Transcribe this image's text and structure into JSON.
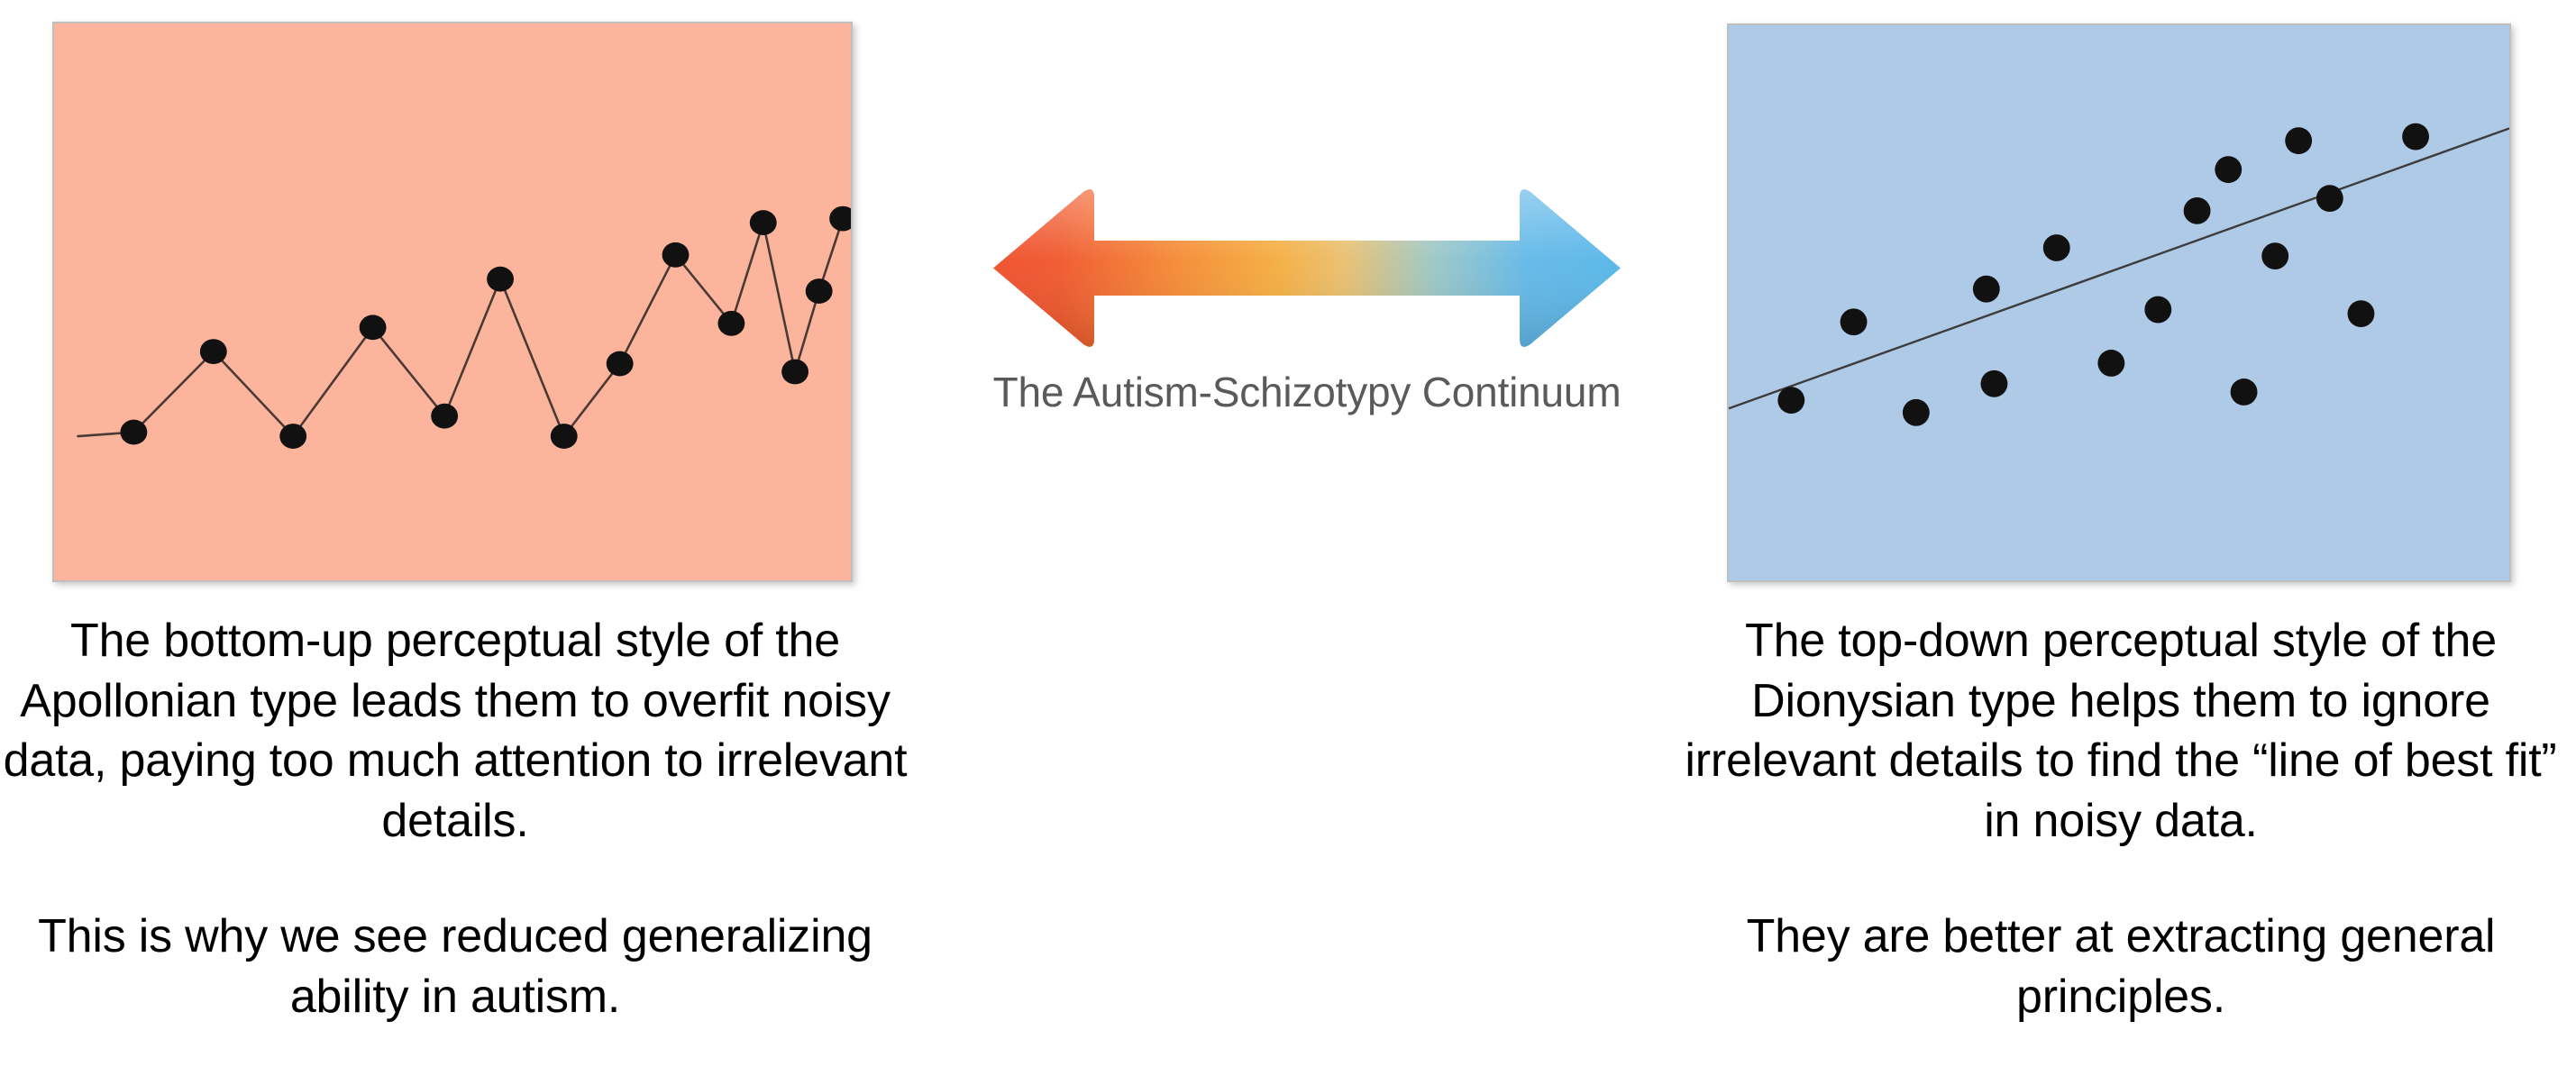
{
  "center": {
    "label": "The Autism-Schizotypy Continuum",
    "label_color": "#5a5a5a",
    "arrow": {
      "name": "double-headed-gradient-arrow",
      "left_color": "#ef4e2b",
      "mid_color": "#f5a83c",
      "right_color": "#56b6e8"
    }
  },
  "left": {
    "panel_color": "#fcb49c",
    "marker_color": "#111111",
    "line_color": "#4a3a36",
    "caption_paragraph_1": "The bottom-up perceptual style of the Apollonian type leads them to overfit noisy data, paying too much attention to irrelevant details.",
    "caption_paragraph_2": "This is why we see reduced generalizing ability in autism."
  },
  "right": {
    "panel_color": "#afcae6",
    "marker_color": "#111111",
    "line_color": "#3c3c3c",
    "caption_paragraph_1": "The top-down perceptual style of the Dionysian type helps them to ignore irrelevant details to find the “line of best fit” in noisy data.",
    "caption_paragraph_2": "They are better at extracting general principles."
  },
  "chart_data": [
    {
      "type": "line",
      "id": "overfit-noisy-line",
      "title": "",
      "xlabel": "",
      "ylabel": "",
      "panel_background": "#fcb49c",
      "description": "Jagged interpolating curve passing exactly through every noisy point (overfitting), trending upward left-to-right.",
      "grid": false,
      "legend": null,
      "xlim": [
        0,
        100
      ],
      "ylim": [
        0,
        100
      ],
      "x": [
        3,
        10,
        20,
        30,
        40,
        49,
        56,
        64,
        71,
        78,
        85,
        89,
        93,
        96,
        99
      ],
      "y": [
        22,
        23,
        43,
        22,
        49,
        27,
        61,
        22,
        40,
        67,
        50,
        75,
        38,
        58,
        76
      ],
      "points": [
        {
          "x": 10,
          "y": 23
        },
        {
          "x": 20,
          "y": 43
        },
        {
          "x": 30,
          "y": 22
        },
        {
          "x": 40,
          "y": 49
        },
        {
          "x": 49,
          "y": 27
        },
        {
          "x": 56,
          "y": 61
        },
        {
          "x": 64,
          "y": 22
        },
        {
          "x": 71,
          "y": 40
        },
        {
          "x": 78,
          "y": 67
        },
        {
          "x": 85,
          "y": 50
        },
        {
          "x": 89,
          "y": 75
        },
        {
          "x": 93,
          "y": 38
        },
        {
          "x": 96,
          "y": 58
        },
        {
          "x": 99,
          "y": 76
        }
      ]
    },
    {
      "type": "scatter",
      "id": "line-of-best-fit-scatter",
      "title": "",
      "xlabel": "",
      "ylabel": "",
      "panel_background": "#afcae6",
      "description": "Scattered noisy points with a single straight regression line (line of best fit) rising left-to-right.",
      "grid": false,
      "legend": null,
      "xlim": [
        0,
        100
      ],
      "ylim": [
        0,
        100
      ],
      "points": [
        {
          "x": 8,
          "y": 22
        },
        {
          "x": 16,
          "y": 41
        },
        {
          "x": 24,
          "y": 19
        },
        {
          "x": 33,
          "y": 49
        },
        {
          "x": 34,
          "y": 26
        },
        {
          "x": 42,
          "y": 59
        },
        {
          "x": 49,
          "y": 31
        },
        {
          "x": 55,
          "y": 44
        },
        {
          "x": 60,
          "y": 68
        },
        {
          "x": 64,
          "y": 78
        },
        {
          "x": 66,
          "y": 24
        },
        {
          "x": 70,
          "y": 57
        },
        {
          "x": 73,
          "y": 85
        },
        {
          "x": 77,
          "y": 71
        },
        {
          "x": 81,
          "y": 43
        },
        {
          "x": 88,
          "y": 86
        }
      ],
      "fit_line": {
        "x0": 0,
        "y0": 20,
        "x1": 100,
        "y1": 88
      }
    }
  ]
}
